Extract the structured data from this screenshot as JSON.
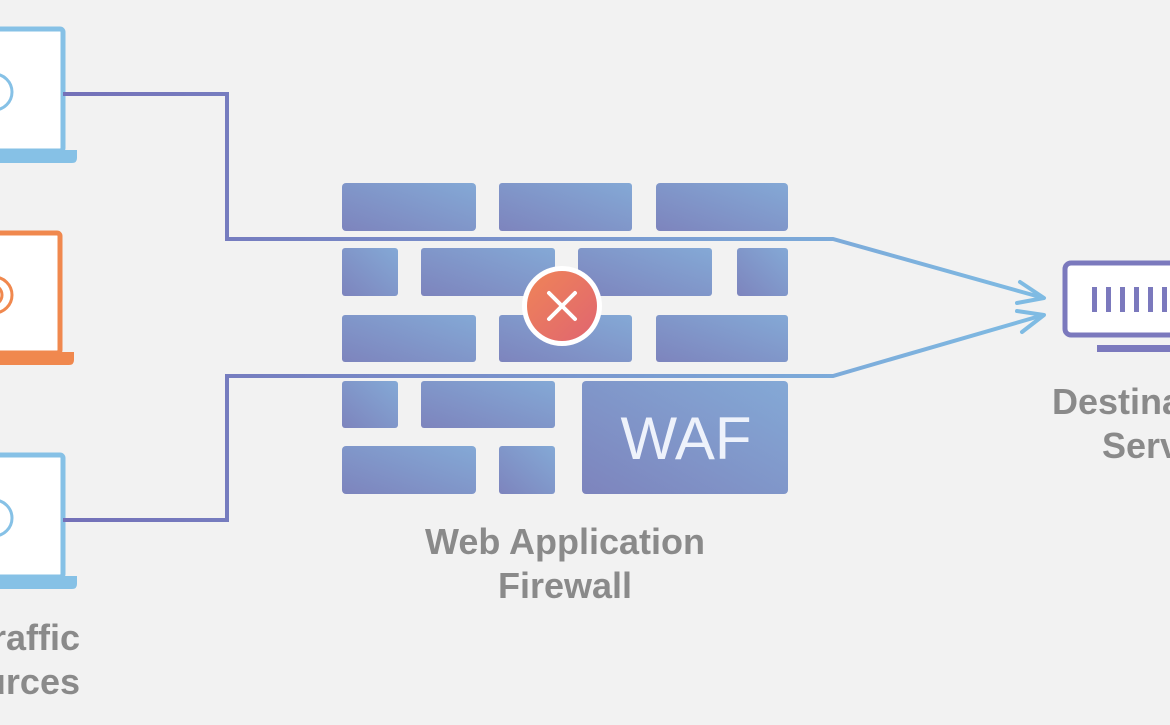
{
  "waf_badge": "WAF",
  "labels": {
    "waf_line1": "Web Application",
    "waf_line2": "Firewall",
    "traffic_line1": "Traffic",
    "traffic_line2": "Sources",
    "dest_line1": "Destination",
    "dest_line2": "Server"
  },
  "colors": {
    "background": "#f2f2f2",
    "wall": "#7f8fc4",
    "route": "#7b79bd",
    "route_light": "#7fb9e0",
    "blocked": "#ec7e52",
    "laptop_blue": "#86c1e6",
    "laptop_orange": "#f0884e",
    "label": "#8a8a8a"
  }
}
